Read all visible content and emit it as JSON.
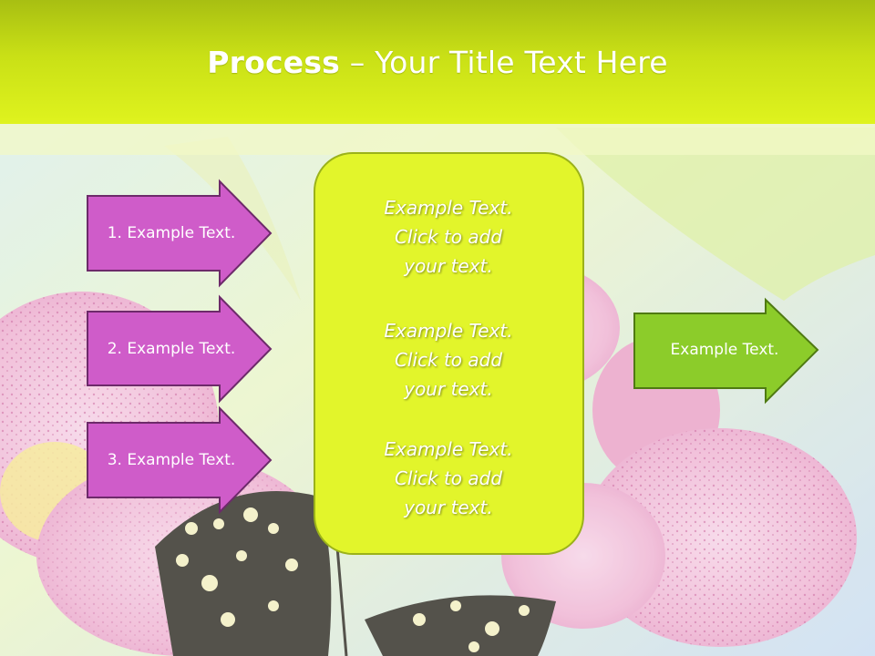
{
  "title": {
    "bold": "Process",
    "rest": " – Your Title Text Here"
  },
  "left_arrows": [
    {
      "label": "1. Example Text."
    },
    {
      "label": "2. Example Text."
    },
    {
      "label": "3. Example Text."
    }
  ],
  "center_box": {
    "texts": [
      "Example Text.\nClick  to add\nyour text.",
      "Example Text.\nClick  to add\nyour text.",
      "Example Text.\nClick  to add\nyour text."
    ]
  },
  "right_arrow": {
    "label": "Example Text."
  },
  "colors": {
    "title_band": "#c9e016",
    "left_arrow_fill": "#cf5cc9",
    "left_arrow_stroke": "#6d2a6a",
    "center_box_fill": "#e2f52b",
    "center_box_stroke": "#9bb21a",
    "right_arrow_fill": "#8ccc2a",
    "right_arrow_stroke": "#4f7a12"
  }
}
